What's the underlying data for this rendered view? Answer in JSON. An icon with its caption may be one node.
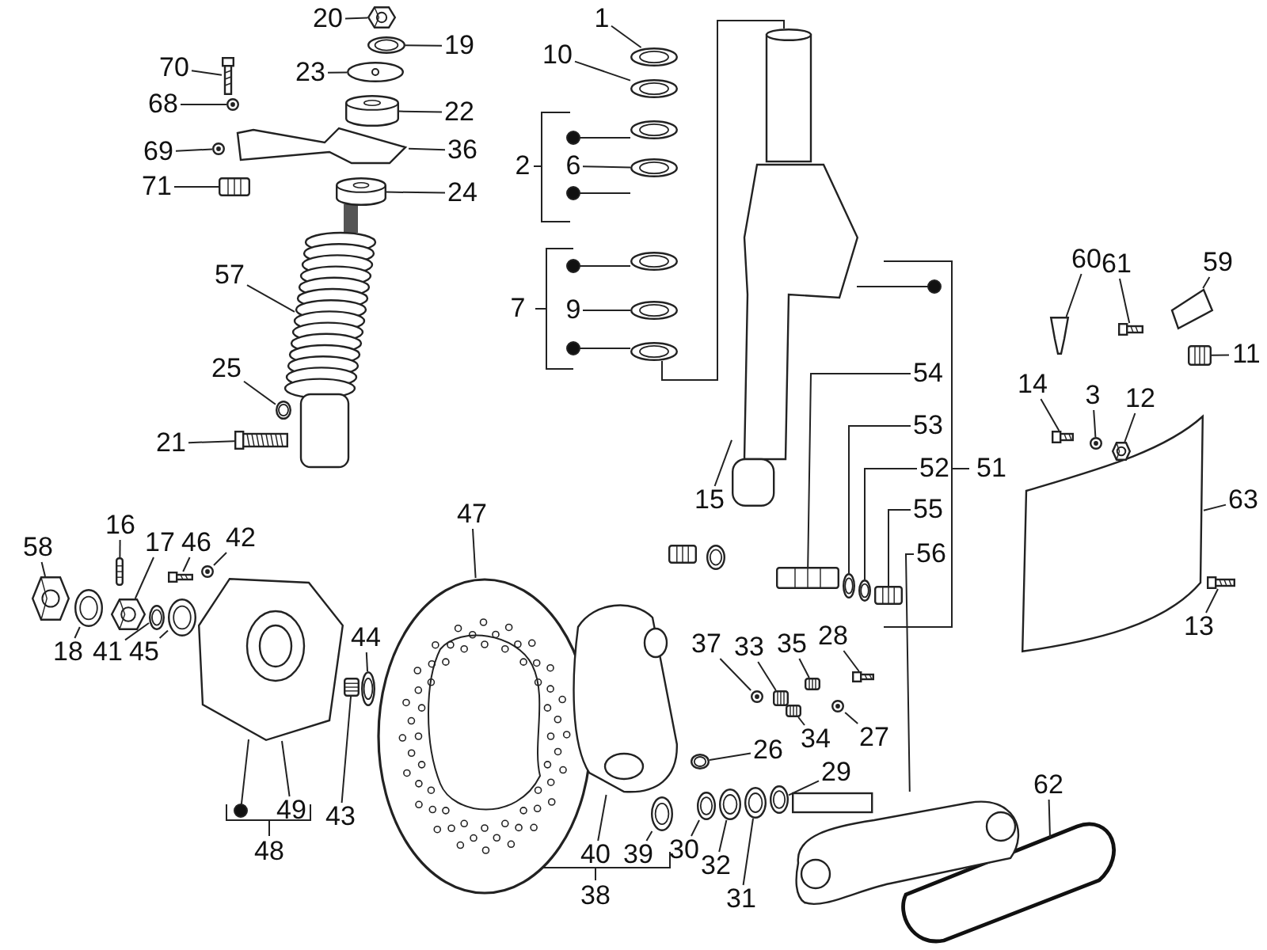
{
  "diagram": {
    "nodes": [
      {
        "text": [
          "20"
        ]
      },
      {
        "text": [
          "19"
        ]
      },
      {
        "text": [
          "70"
        ]
      },
      {
        "text": [
          "23"
        ]
      },
      {
        "text": [
          "68"
        ]
      },
      {
        "text": [
          "22"
        ]
      },
      {
        "text": [
          "69"
        ]
      },
      {
        "text": [
          "36"
        ]
      },
      {
        "text": [
          "71"
        ]
      },
      {
        "text": [
          "24"
        ]
      },
      {
        "text": [
          "57"
        ]
      },
      {
        "text": [
          "25"
        ]
      },
      {
        "text": [
          "21"
        ]
      },
      {
        "text": [
          "1"
        ]
      },
      {
        "text": [
          "10"
        ]
      },
      {
        "text": [
          "6"
        ]
      },
      {
        "text": [
          "9"
        ]
      },
      {
        "text": [
          "60"
        ]
      },
      {
        "text": [
          "61"
        ]
      },
      {
        "text": [
          "59"
        ]
      },
      {
        "text": [
          "11"
        ]
      },
      {
        "text": [
          "14"
        ]
      },
      {
        "text": [
          "3"
        ]
      },
      {
        "text": [
          "12"
        ]
      },
      {
        "text": [
          "54"
        ]
      },
      {
        "text": [
          "53"
        ]
      },
      {
        "text": [
          "52"
        ]
      },
      {
        "text": [
          "55"
        ]
      },
      {
        "text": [
          "56"
        ]
      },
      {
        "text": [
          "15"
        ]
      },
      {
        "text": [
          "63"
        ]
      },
      {
        "text": [
          "13"
        ]
      },
      {
        "text": [
          "58"
        ]
      },
      {
        "text": [
          "16"
        ]
      },
      {
        "text": [
          "17"
        ]
      },
      {
        "text": [
          "46"
        ]
      },
      {
        "text": [
          "42"
        ]
      },
      {
        "text": [
          "47"
        ]
      },
      {
        "text": [
          "18"
        ]
      },
      {
        "text": [
          "41"
        ]
      },
      {
        "text": [
          "45"
        ]
      },
      {
        "text": [
          "44"
        ]
      },
      {
        "text": [
          "49"
        ]
      },
      {
        "text": [
          "43"
        ]
      },
      {
        "text": [
          "37"
        ]
      },
      {
        "text": [
          "33"
        ]
      },
      {
        "text": [
          "35"
        ]
      },
      {
        "text": [
          "28"
        ]
      },
      {
        "text": [
          "27"
        ]
      },
      {
        "text": [
          "34"
        ]
      },
      {
        "text": [
          "26"
        ]
      },
      {
        "text": [
          "29"
        ]
      },
      {
        "text": [
          "40"
        ]
      },
      {
        "text": [
          "39"
        ]
      },
      {
        "text": [
          "30"
        ]
      },
      {
        "text": [
          "32"
        ]
      },
      {
        "text": [
          "31"
        ]
      },
      {
        "text": [
          "62"
        ]
      },
      {
        "text": [],
        "shape": "picture"
      },
      {
        "text": [],
        "shape": "picture"
      },
      {
        "text": [],
        "shape": "picture"
      },
      {
        "text": [],
        "shape": "picture"
      },
      {
        "text": [],
        "shape": "picture"
      },
      {
        "text": [],
        "shape": "picture"
      },
      {
        "text": [],
        "shape": "picture"
      },
      {
        "text": [],
        "shape": "picture"
      },
      {
        "text": [],
        "shape": "picture"
      },
      {
        "text": [],
        "shape": "picture"
      },
      {
        "text": [],
        "shape": "picture"
      },
      {
        "text": [],
        "shape": "picture"
      },
      {
        "text": [],
        "shape": "picture"
      },
      {
        "text": [],
        "shape": "picture"
      },
      {
        "text": [],
        "shape": "picture"
      },
      {
        "text": [],
        "shape": "picture"
      },
      {
        "text": [],
        "shape": "picture"
      },
      {
        "text": [],
        "shape": "picture"
      },
      {
        "text": [],
        "shape": "picture"
      },
      {
        "text": [],
        "shape": "picture"
      },
      {
        "text": [],
        "shape": "picture"
      },
      {
        "text": [],
        "shape": "picture"
      },
      {
        "text": [],
        "shape": "picture"
      },
      {
        "text": [],
        "shape": "picture"
      },
      {
        "text": [],
        "shape": "picture"
      },
      {
        "text": [],
        "shape": "picture"
      },
      {
        "text": [],
        "shape": "picture"
      },
      {
        "text": [],
        "shape": "picture"
      },
      {
        "text": [],
        "shape": "picture"
      },
      {
        "text": [],
        "shape": "picture"
      },
      {
        "text": [],
        "shape": "picture"
      },
      {
        "text": [],
        "shape": "picture"
      },
      {
        "text": [],
        "shape": "picture"
      },
      {
        "text": [],
        "shape": "picture"
      },
      {
        "text": [],
        "shape": "picture"
      },
      {
        "text": [],
        "shape": "picture"
      },
      {
        "text": [],
        "shape": "picture"
      },
      {
        "text": [],
        "shape": "picture"
      },
      {
        "text": [],
        "shape": "picture"
      },
      {
        "text": [],
        "shape": "picture"
      },
      {
        "text": [],
        "shape": "picture"
      },
      {
        "text": [],
        "shape": "picture"
      },
      {
        "text": [],
        "shape": "picture"
      },
      {
        "text": [],
        "shape": "picture"
      },
      {
        "text": [],
        "shape": "picture"
      },
      {
        "text": [],
        "shape": "picture"
      },
      {
        "text": [],
        "shape": "picture"
      },
      {
        "text": [],
        "shape": "picture"
      },
      {
        "text": [],
        "shape": "picture"
      },
      {
        "text": [],
        "shape": "picture"
      },
      {
        "text": [],
        "shape": "picture"
      },
      {
        "text": [],
        "shape": "picture"
      },
      {
        "text": [],
        "shape": "picture"
      },
      {
        "text": [],
        "shape": "picture"
      },
      {
        "text": [],
        "shape": "picture"
      },
      {
        "text": [],
        "shape": "picture"
      },
      {
        "text": [],
        "shape": "picture"
      },
      {
        "text": [],
        "shape": "picture"
      },
      {
        "text": [],
        "shape": "picture"
      },
      {
        "text": [],
        "shape": "picture"
      },
      {
        "text": [],
        "shape": "picture"
      },
      {
        "text": [],
        "shape": "picture"
      },
      {
        "text": [],
        "shape": "picture"
      }
    ],
    "edges": [
      {
        "from": 0,
        "to": 58,
        "arrow": "none"
      },
      {
        "from": 1,
        "to": 59,
        "arrow": "none"
      },
      {
        "from": 2,
        "to": 60,
        "arrow": "none"
      },
      {
        "from": 3,
        "to": 61,
        "arrow": "none"
      },
      {
        "from": 4,
        "to": 62,
        "arrow": "none"
      },
      {
        "from": 5,
        "to": 63,
        "arrow": "none"
      },
      {
        "from": 6,
        "to": 64,
        "arrow": "none"
      },
      {
        "from": 7,
        "to": 65,
        "arrow": "none"
      },
      {
        "from": 8,
        "to": 66,
        "arrow": "none"
      },
      {
        "from": 9,
        "to": 67,
        "arrow": "none"
      },
      {
        "from": 10,
        "to": 68,
        "arrow": "none"
      },
      {
        "from": 11,
        "to": 69,
        "arrow": "none"
      },
      {
        "from": 12,
        "to": 70,
        "arrow": "none"
      },
      {
        "from": 13,
        "to": 71,
        "arrow": "none"
      },
      {
        "from": 14,
        "to": 72,
        "arrow": "none"
      },
      {
        "from": 15,
        "to": 73,
        "arrow": "none"
      },
      {
        "from": 16,
        "to": 74,
        "arrow": "none"
      },
      {
        "from": 17,
        "to": 75,
        "arrow": "none"
      },
      {
        "from": 18,
        "to": 76,
        "arrow": "none"
      },
      {
        "from": 19,
        "to": 77,
        "arrow": "none"
      },
      {
        "from": 20,
        "to": 78,
        "arrow": "none"
      },
      {
        "from": 21,
        "to": 79,
        "arrow": "none"
      },
      {
        "from": 22,
        "to": 80,
        "arrow": "none"
      },
      {
        "from": 23,
        "to": 81,
        "arrow": "none"
      },
      {
        "from": 24,
        "to": 82,
        "arrow": "none"
      },
      {
        "from": 25,
        "to": 83,
        "arrow": "none"
      },
      {
        "from": 26,
        "to": 84,
        "arrow": "none"
      },
      {
        "from": 27,
        "to": 85,
        "arrow": "none"
      },
      {
        "from": 28,
        "to": 86,
        "arrow": "none"
      },
      {
        "from": 29,
        "to": 87,
        "arrow": "none"
      },
      {
        "from": 30,
        "to": 88,
        "arrow": "none"
      },
      {
        "from": 31,
        "to": 89,
        "arrow": "none"
      },
      {
        "from": 32,
        "to": 90,
        "arrow": "none"
      },
      {
        "from": 33,
        "to": 91,
        "arrow": "none"
      },
      {
        "from": 34,
        "to": 92,
        "arrow": "none"
      },
      {
        "from": 35,
        "to": 93,
        "arrow": "none"
      },
      {
        "from": 36,
        "to": 94,
        "arrow": "none"
      },
      {
        "from": 37,
        "to": 95,
        "arrow": "none"
      },
      {
        "from": 38,
        "to": 96,
        "arrow": "none"
      },
      {
        "from": 39,
        "to": 97,
        "arrow": "none"
      },
      {
        "from": 40,
        "to": 98,
        "arrow": "none"
      },
      {
        "from": 41,
        "to": 99,
        "arrow": "none"
      },
      {
        "from": 42,
        "to": 100,
        "arrow": "none"
      },
      {
        "from": 43,
        "to": 101,
        "arrow": "none"
      },
      {
        "from": 44,
        "to": 102,
        "arrow": "none"
      },
      {
        "from": 45,
        "to": 103,
        "arrow": "none"
      },
      {
        "from": 46,
        "to": 104,
        "arrow": "none"
      },
      {
        "from": 47,
        "to": 105,
        "arrow": "none"
      },
      {
        "from": 48,
        "to": 106,
        "arrow": "none"
      },
      {
        "from": 49,
        "to": 107,
        "arrow": "none"
      },
      {
        "from": 50,
        "to": 108,
        "arrow": "none"
      },
      {
        "from": 51,
        "to": 109,
        "arrow": "none"
      },
      {
        "from": 52,
        "to": 110,
        "arrow": "none"
      },
      {
        "from": 53,
        "to": 111,
        "arrow": "none"
      },
      {
        "from": 54,
        "to": 112,
        "arrow": "none"
      },
      {
        "from": 55,
        "to": 113,
        "arrow": "none"
      },
      {
        "from": 56,
        "to": 114,
        "arrow": "none"
      },
      {
        "from": 57,
        "to": 115,
        "arrow": "none"
      }
    ],
    "labels": [
      "2",
      "7",
      "51",
      "48",
      "38"
    ]
  }
}
